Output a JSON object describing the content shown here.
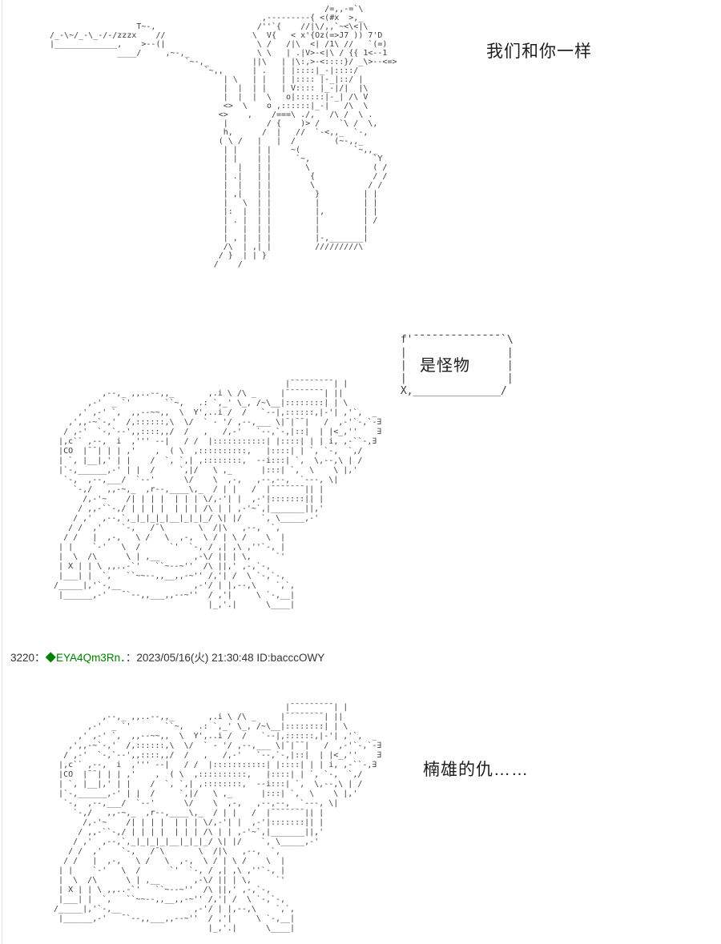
{
  "page": {
    "background": "#ffffff",
    "edge_color": "#e3e3e3"
  },
  "dialogue": {
    "top": "我们和你一样",
    "bubble": "是怪物",
    "bottom": "楠雄的仇……"
  },
  "post": {
    "number_label": "3220：",
    "name": "◆EYA4Qm3Rn．",
    "datetime_id": "：2023/05/16(火) 21:30:48 ID:bacccOWY",
    "name_color": "#008000",
    "text_color": "#333333"
  },
  "art": {
    "gunner": [
      "                                                         /=,,-=`\\",
      "                                            ,---------{ <(#x  >,_",
      "                  T~-,                     /''`{    //|\\/,,`~<\\<|\\",
      "/_-\\~/_-\\_-/-/zzzx    //                  \\  V{   < x'{Oz(=>J7 )) 7'D",
      "|_____________,    >--(|                   \\ /   /|\\  <| /1\\ //   `(=)",
      "              ____/     ,~-,_              \\ \\   | .|V>-<|\\ / {{ 1<--1",
      "                            `~-,_         ||\\   | |\\:,>-<::::}/ _\\>--<=>",
      "                                `~,,      | .   | |::::|_-|::::/",
      "                                    | \\   | |   | |:::: |-_|::/ |",
      "                                    |  |  | |   | V:::: |_-|/|  |\\",
      "                                    |  |  |  \\   o|::::::|-_| /\\ V",
      "                                    <>  \\    o ,::::::|_-|   /\\  \\",
      "                                   <>    ,    /===\\ ./,   /\\ /  \\ .",
      "                                    |        / {    )> /    `\\ /  \\,",
      "                                    h,      /  |   //  `-<,,_  `-,",
      "                                   ( \\ /   |   |  /        (~-,,_",
      "                                    | |    | |    ~(           `~,,_",
      "                                    | |    | |     `~,             `Y",
      "                                    |  |   | |       \\             ( /",
      "                                    | .|   | |        {            / /",
      "                                    |  |   | |        \\           / /",
      "                                    | ,|   | |         }         | |",
      "                                    |   \\  | |         |         | |",
      "                                    |:  |  | |         |,        | |",
      "                                    | . |  | |         |         | /",
      "                                    |   |  | |         |         |",
      "                                    | , |  | |         |-,_______|",
      "                                    /\\  | ,| |         /////////\\",
      "                                   / }  | | }",
      "                                  /    /"
    ],
    "bubble_frame": [
      " f'¯¯¯¯¯¯¯¯¯¯¯¯¯¯`\\",
      " |                |",
      " |                |",
      " |                |",
      " X,______________/"
    ],
    "mech": [
      "                                                  |¯¯¯¯¯¯¯¯¯| |",
      "            ,--,_ ,,..--,,_       ,.i \\ /\\ _     |¯¯¯¯¯¯¯¯| ||",
      "         ,-'  _ `'       ``~,   .: `,_' \\_, /~\\__|::::::::| | \\",
      "       ,' ,-' `,  ,,--~~,,  \\  Y',..i /  /   `--|,::::::,|-'| ,'`,  _",
      "     ,',,-~`-,'  /,::::::,\\  \\/  ` - '/ ,--,___ \\|¯|¯¯|   /  ,-'`-,`-∃",
      "    / ,-'  `-,`--',,::::,,/  /   ,   /,-'   `--,`-,|::|  | |<_,''    ∃",
      "   |,c`` ,--,  i  ,''' --|   / /  |:::::::::::| |::::| | | i, ,-``-,∃",
      "   |CO  |¯¯| | | ,'    ,  ( \\  ,::::::::::,   |::::| | `, `-,  `,/",
      "   | `, |__|,' | |    /  `, `,| ,::::::::,  --i:::| `,  \\,--,\\ | /",
      "   |`-,______,-' | |  /     `,|/   \\ ,_      |:::| `,  \\    \\ |,'",
      "    `-,  ,--,___/  `--'      \\/    \\  ,-,   ,--,--,  `---, \\|",
      "      `-,/   ,,-~,_  ,r--,____\\,_  / | |   /  |¯¯¯¯¯¯¯|| |",
      "        /,-'~    /| | | |  | | | \\/,-'| |  ,-'|:::::::|| |",
      "       / ,,-``-,/ | | | |  | | | /\\ | | ,-'~`,|_______||,'",
      "      / ,'  ,--,`,_|_|_|_|__|_|_|_/ \\| |/    `, \\_____,-'",
      "     / /  ,'    `-,   /¯\\       \\  /|\\   ,--,  `,",
      "    / /   |  ,-,   \\ /   \\  ,-,  \\ / | \\ /    \\  |",
      "   | |    `-'   \\  /      `'  `-, / ,| ,\\ ,''`-, |",
      "   |  \\  /\\      \\ | ,__       ,-\\/ || | \\,     `'",
      "   | X | | \\ ,,..-`'   ``~--~''  /\\ ||,' ,-,`-,",
      "   |___| |  `,   ``~~--,,__,,-~'' /,'| /  \\ `-,`-,",
      "  /_____|,'`-,__               ,-'/ | |,--,\\    `,`,",
      "   |______,-'   ¯`--,,___,,--~''  / ,'|     \\ `-,__|",
      "                                  |_,'.|      \\____|"
    ]
  }
}
